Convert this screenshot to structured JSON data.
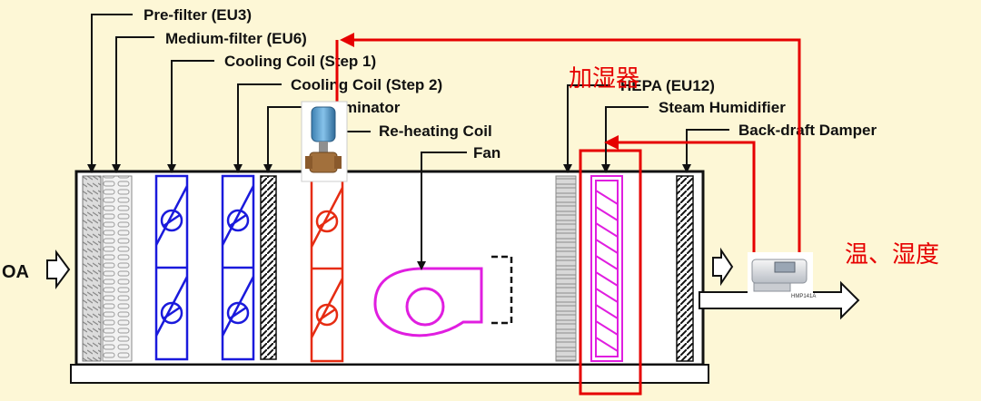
{
  "labels": {
    "prefilter": "Pre-filter (EU3)",
    "medium": "Medium-filter (EU6)",
    "cool1": "Cooling Coil (Step 1)",
    "cool2": "Cooling Coil (Step 2)",
    "eliminator": "minator",
    "reheat": "Re-heating Coil",
    "fan": "Fan",
    "hepa": "HEPA (EU12)",
    "steam": "Steam Humidifier",
    "damper": "Back-draft Damper",
    "oa": "OA",
    "humidifier_cn": "加湿器",
    "temp_humid_cn": "温、湿度",
    "sensor_model": "HMP141A"
  },
  "colors": {
    "background": "#fdf7d6",
    "control_line": "#e60000",
    "cooling_coil": "#1a1adc",
    "reheat_coil": "#e62c12",
    "humidifier": "#e01ee0",
    "fan": "#e01ee0",
    "casing": "#111111"
  },
  "icons": {
    "valve": "motorized-valve-icon",
    "sensor": "humidity-temperature-transmitter-icon",
    "inlet_arrow": "hollow-arrow-right-icon",
    "outlet_arrow": "hollow-arrow-right-icon"
  }
}
